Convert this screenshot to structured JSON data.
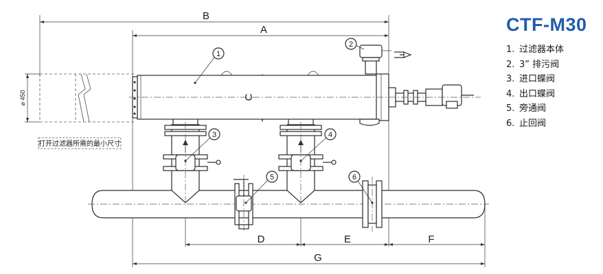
{
  "model": {
    "title": "CTF-M30",
    "color": "#1f5ea8"
  },
  "parts": [
    {
      "num": "1.",
      "name": "过滤器本体"
    },
    {
      "num": "2.",
      "name": "3” 排污阀"
    },
    {
      "num": "3.",
      "name": "进口蝶阀"
    },
    {
      "num": "4.",
      "name": "出口蝶阀"
    },
    {
      "num": "5.",
      "name": "旁通阀"
    },
    {
      "num": "6.",
      "name": "止回阀"
    }
  ],
  "dimensions": {
    "A": "A",
    "B": "B",
    "C": "C",
    "D": "D",
    "E": "E",
    "F": "F",
    "G": "G"
  },
  "diameter_label": "⌀ 450",
  "note": "打开过滤器所需的最小尺寸",
  "callouts": [
    "1",
    "2",
    "3",
    "4",
    "5",
    "6"
  ]
}
